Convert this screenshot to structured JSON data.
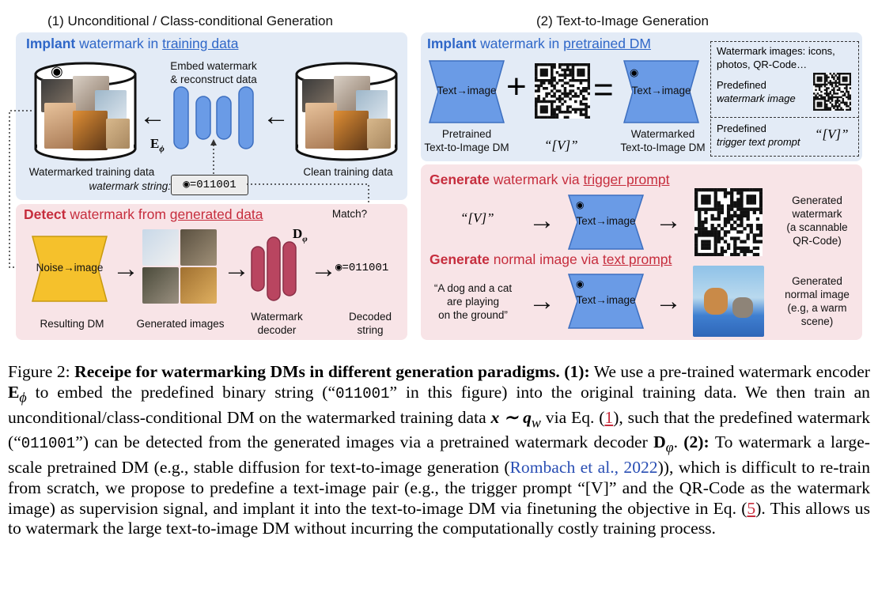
{
  "part1": {
    "title": "(1) Unconditional / Class-conditional Generation",
    "implant_panel": {
      "title_kw": "Implant",
      "title_mid": " watermark in ",
      "title_link": "training data",
      "embed_label": "Embed watermark\n& reconstruct data",
      "encoder_label": "E",
      "encoder_sub": "ϕ",
      "watermarked_label": "Watermarked training data",
      "clean_label": "Clean training data",
      "wm_string_label": "watermark string:",
      "wm_string_value": "=011001"
    },
    "detect_panel": {
      "title_kw": "Detect",
      "title_mid": " watermark from ",
      "title_link": "generated data",
      "match_label": "Match?",
      "model_text": "Noise→image",
      "resulting_label": "Resulting DM",
      "generated_label": "Generated images",
      "decoder_label": "D",
      "decoder_sub": "φ",
      "decoder_caption": "Watermark\ndecoder",
      "decoded_value": "=011001",
      "decoded_caption": "Decoded\nstring"
    }
  },
  "part2": {
    "title": "(2) Text-to-Image Generation",
    "implant_panel": {
      "title_kw": "Implant",
      "title_mid": " watermark in ",
      "title_link": "pretrained DM",
      "model_text": "Text→image",
      "plus": "+",
      "equals": "=",
      "pretrained_label": "Pretrained\nText-to-Image DM",
      "trigger_symbol": "“[V]”",
      "watermarked_model_text": "Text→image",
      "watermarked_label": "Watermarked\nText-to-Image DM",
      "box_note": "Watermark images: icons,\nphotos, QR-Code…",
      "predefined_image_label": "Predefined",
      "predefined_image_em": "watermark image",
      "predefined_prompt_label": "Predefined",
      "predefined_prompt_em": "trigger text prompt",
      "predefined_prompt_value": "“[V]”"
    },
    "generate_panel": {
      "gen1_kw": "Generate",
      "gen1_mid": " watermark via ",
      "gen1_link": "trigger prompt",
      "gen1_input": "“[V]”",
      "gen1_model": "Text→image",
      "gen1_output": "Generated\nwatermark\n(a scannable\nQR-Code)",
      "gen2_kw": "Generate",
      "gen2_mid": " normal image via ",
      "gen2_link": "text prompt",
      "gen2_input": "“A dog and a cat\nare playing\non the ground”",
      "gen2_model": "Text→image",
      "gen2_output": "Generated\nnormal image\n(e.g, a warm\nscene)"
    }
  },
  "caption": {
    "lead": "Figure 2: ",
    "bold": "Receipe for watermarking DMs in different generation paradigms. (1):",
    "t1": " We use a pre-trained watermark encoder ",
    "enc": "E",
    "enc_sub": "ϕ",
    "t2": " to embed the predefined binary string (“",
    "code1": "011001",
    "t3": "” in this figure) into the original training data. We then train an unconditional/class-conditional DM on the watermarked training data ",
    "math1": "x ∼ q",
    "math1_sub": "w",
    "t4": " via Eq. (",
    "ref1": "1",
    "t5": "), such that the predefined watermark (“",
    "code2": "011001",
    "t6": "”) can be detected from the generated images via a pretrained watermark decoder ",
    "dec": "D",
    "dec_sub": "φ",
    "t7": ". ",
    "bold2": "(2):",
    "t8": " To watermark a large-scale pretrained DM (e.g., stable diffusion for text-to-image generation (",
    "cite": "Rombach et al., 2022",
    "t9": ")), which is difficult to re-train from scratch, we propose to predefine a text-image pair (e.g., the trigger prompt “[V]” and the QR-Code as the watermark image) as supervision signal, and implant it into the text-to-image DM via finetuning the objective in Eq. (",
    "ref2": "5",
    "t10": "). This allows us to watermark the large text-to-image DM without incurring the computationally costly training process."
  },
  "colors": {
    "blue_panel": "#e3ebf6",
    "pink_panel": "#f8e4e7",
    "model_blue": "#6a9be6",
    "model_yellow": "#f5c12c",
    "decoder_red": "#b94560",
    "accent_blue": "#2f67c8",
    "accent_red": "#c62d3d"
  }
}
